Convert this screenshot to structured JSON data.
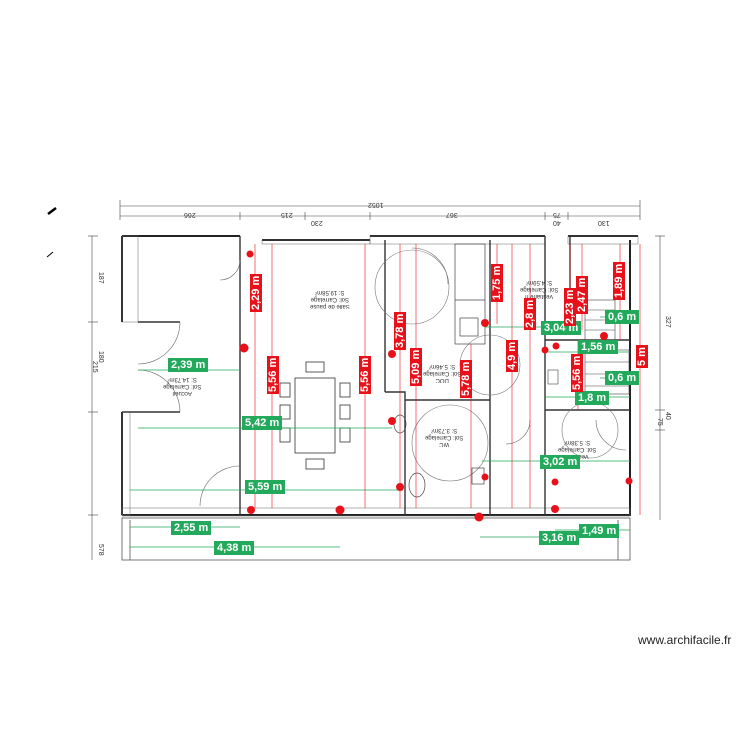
{
  "brand": "www.archifacile.fr",
  "top_dimensions": {
    "overall": "1052",
    "segments": [
      "266",
      "215",
      "230",
      "367",
      "40",
      "75",
      "130"
    ]
  },
  "left_dimensions": [
    "187",
    "215",
    "180",
    "578"
  ],
  "right_dimensions": [
    "327",
    "40",
    "75"
  ],
  "rooms": [
    {
      "name": "Salle de pause\nSol: Carrelage\nS: 19.58m²"
    },
    {
      "name": "Accueil\nSol: Carrelage\nS: 14.73m²"
    },
    {
      "name": "DOC\nSol: Carrelage\nS: 5.46m²"
    },
    {
      "name": "WC\nSol: Carrelage\nS: 3.73m²"
    },
    {
      "name": "Vestiaire\nSol: Carrelage\nS: 5.38m²"
    },
    {
      "name": "Vestiaire h\nSol: Carrelage\nS: 4.59m²"
    }
  ],
  "green_measurements": [
    {
      "label": "2,39 m"
    },
    {
      "label": "5,42 m"
    },
    {
      "label": "5,59 m"
    },
    {
      "label": "2,55 m"
    },
    {
      "label": "4,38 m"
    },
    {
      "label": "3,04 m"
    },
    {
      "label": "0,6 m"
    },
    {
      "label": "1,56 m"
    },
    {
      "label": "0,6 m"
    },
    {
      "label": "1,8 m"
    },
    {
      "label": "3,02 m"
    },
    {
      "label": "1,49 m"
    },
    {
      "label": "3,16 m"
    }
  ],
  "red_measurements": [
    {
      "label": "2,29 m"
    },
    {
      "label": "5,56 m"
    },
    {
      "label": "5,56 m"
    },
    {
      "label": "3,78 m"
    },
    {
      "label": "5,09 m"
    },
    {
      "label": "1,75 m"
    },
    {
      "label": "5,78 m"
    },
    {
      "label": "4,9 m"
    },
    {
      "label": "2,8 m"
    },
    {
      "label": "2,23 m"
    },
    {
      "label": "2,47 m"
    },
    {
      "label": "1,89 m"
    },
    {
      "label": "5,56 m"
    },
    {
      "label": "5 m"
    }
  ]
}
